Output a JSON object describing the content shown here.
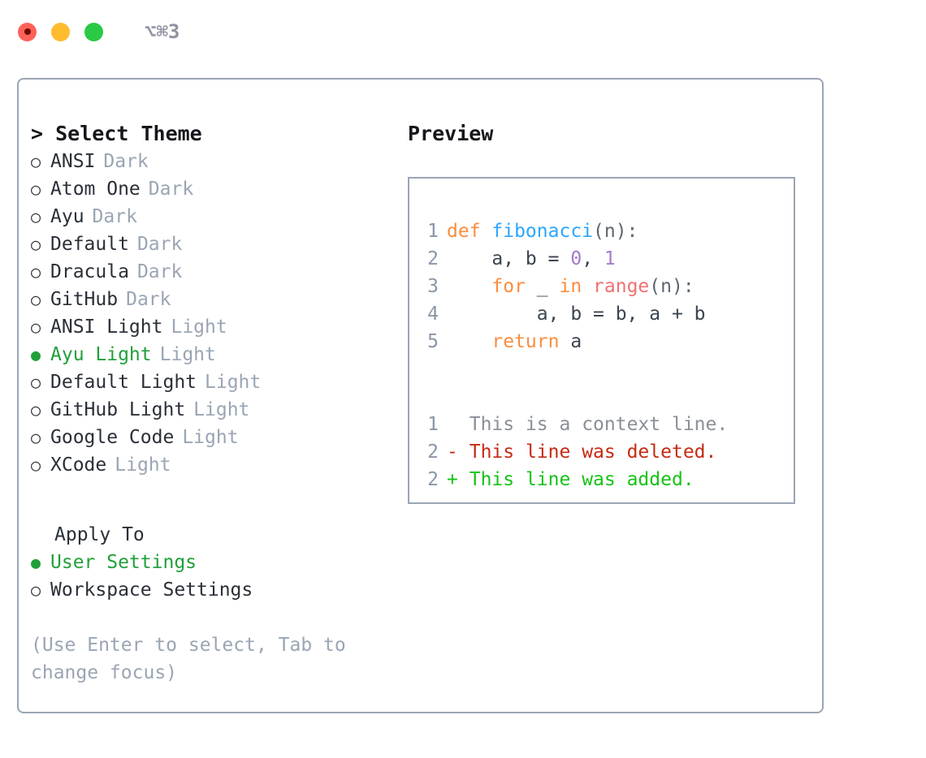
{
  "window": {
    "shortcut": "⌥⌘3",
    "traffic_lights": [
      {
        "name": "close",
        "color": "#ff6159"
      },
      {
        "name": "minimize",
        "color": "#ffbd2e"
      },
      {
        "name": "zoom",
        "color": "#2aca44"
      }
    ]
  },
  "theme_picker": {
    "heading": "> Select Theme",
    "heading_caret": ">",
    "heading_text": "Select Theme",
    "selected_marker": "●",
    "unselected_marker": "○",
    "items": [
      {
        "marker": "○",
        "label": "ANSI",
        "variant": "Dark",
        "selected": false
      },
      {
        "marker": "○",
        "label": "Atom One",
        "variant": "Dark",
        "selected": false
      },
      {
        "marker": "○",
        "label": "Ayu",
        "variant": "Dark",
        "selected": false
      },
      {
        "marker": "○",
        "label": "Default",
        "variant": "Dark",
        "selected": false
      },
      {
        "marker": "○",
        "label": "Dracula",
        "variant": "Dark",
        "selected": false
      },
      {
        "marker": "○",
        "label": "GitHub",
        "variant": "Dark",
        "selected": false
      },
      {
        "marker": "○",
        "label": "ANSI Light",
        "variant": "Light",
        "selected": false
      },
      {
        "marker": "●",
        "label": "Ayu Light",
        "variant": "Light",
        "selected": true
      },
      {
        "marker": "○",
        "label": "Default Light",
        "variant": "Light",
        "selected": false
      },
      {
        "marker": "○",
        "label": "GitHub Light",
        "variant": "Light",
        "selected": false
      },
      {
        "marker": "○",
        "label": "Google Code",
        "variant": "Light",
        "selected": false
      },
      {
        "marker": "○",
        "label": "XCode",
        "variant": "Light",
        "selected": false
      }
    ]
  },
  "apply_to": {
    "heading": "Apply To",
    "options": [
      {
        "marker": "●",
        "label": "User Settings",
        "selected": true
      },
      {
        "marker": "○",
        "label": "Workspace Settings",
        "selected": false
      }
    ]
  },
  "hint": "(Use Enter to select, Tab to change focus)",
  "preview": {
    "title": "Preview",
    "code_lines": [
      {
        "number": "1",
        "tokens": [
          {
            "text": "def ",
            "kind": "kw"
          },
          {
            "text": "fibonacci",
            "kind": "fn"
          },
          {
            "text": "(n):",
            "kind": "punc"
          }
        ]
      },
      {
        "number": "2",
        "tokens": [
          {
            "text": "    a, b = ",
            "kind": "txt"
          },
          {
            "text": "0",
            "kind": "num"
          },
          {
            "text": ", ",
            "kind": "txt"
          },
          {
            "text": "1",
            "kind": "num"
          }
        ]
      },
      {
        "number": "3",
        "tokens": [
          {
            "text": "    ",
            "kind": "txt"
          },
          {
            "text": "for",
            "kind": "kw"
          },
          {
            "text": " _ ",
            "kind": "txt"
          },
          {
            "text": "in",
            "kind": "kw"
          },
          {
            "text": " ",
            "kind": "txt"
          },
          {
            "text": "range",
            "kind": "call"
          },
          {
            "text": "(n):",
            "kind": "punc"
          }
        ]
      },
      {
        "number": "4",
        "tokens": [
          {
            "text": "        a, b = b, a + b",
            "kind": "txt"
          }
        ]
      },
      {
        "number": "5",
        "tokens": [
          {
            "text": "    ",
            "kind": "txt"
          },
          {
            "text": "return",
            "kind": "kw"
          },
          {
            "text": " a",
            "kind": "txt"
          }
        ]
      }
    ],
    "diff_lines": [
      {
        "number": "1",
        "sign": " ",
        "text": "This is a context line.",
        "kind": "context"
      },
      {
        "number": "2",
        "sign": "-",
        "text": "This line was deleted.",
        "kind": "deleted"
      },
      {
        "number": "2",
        "sign": "+",
        "text": "This line was added.",
        "kind": "added"
      }
    ]
  },
  "colors": {
    "accent_green": "#20a03a",
    "border": "#9aa5b4",
    "muted": "#9aa5b4",
    "keyword": "#fa8d3e",
    "function": "#2ba6ff",
    "number": "#a37acc",
    "call": "#f07171",
    "diff_delete": "#c62a12",
    "diff_add": "#16c216",
    "line_number": "#8a96a8"
  }
}
